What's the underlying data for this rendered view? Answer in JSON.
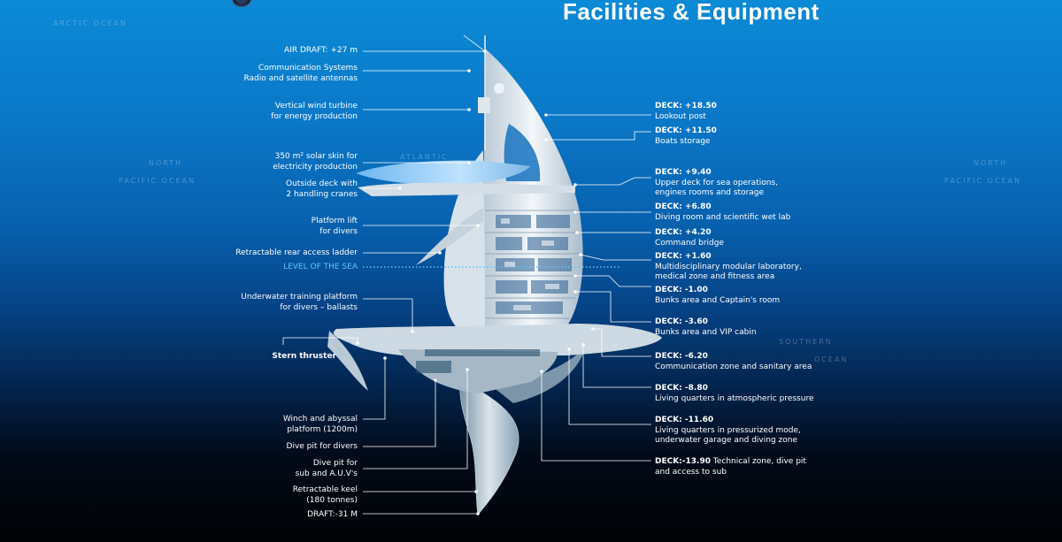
{
  "title": "Facilities & Equipment",
  "map_labels": {
    "arctic_ocean": "ARCTIC OCEAN",
    "north_left": "NORTH",
    "pacific_left": "PACIFIC OCEAN",
    "atlantic": "ATLANTIC",
    "north_right": "NORTH",
    "pacific_right": "PACIFIC OCEAN",
    "southern": "SOUTHERN",
    "ocean_right": "OCEAN"
  },
  "left_labels": {
    "air_draft": "AIR DRAFT: +27 m",
    "comm_1": "Communication Systems",
    "comm_2": "Radio and satellite antennas",
    "wind_1": "Vertical wind turbine",
    "wind_2": "for energy production",
    "solar_1": "350 m² solar skin for",
    "solar_2": "electricity production",
    "outside_1": "Outside deck with",
    "outside_2": "2 handling cranes",
    "lift_1": "Platform lift",
    "lift_2": "for divers",
    "ladder": "Retractable rear access ladder",
    "sea_level": "LEVEL OF THE SEA",
    "training_1": "Underwater training platform",
    "training_2": "for divers – ballasts",
    "stern": "Stern thruster",
    "winch_1": "Winch and abyssal",
    "winch_2": "platform (1200m)",
    "divepit": "Dive pit for divers",
    "divepit_sub_1": "Dive pit for",
    "divepit_sub_2": "sub and A.U.V's",
    "keel_1": "Retractable keel",
    "keel_2": "(180 tonnes)",
    "draft": "DRAFT:-31 M"
  },
  "decks": [
    {
      "deck": "DECK: +18.50",
      "lines": [
        "Lookout post"
      ]
    },
    {
      "deck": "DECK: +11.50",
      "lines": [
        "Boats storage"
      ]
    },
    {
      "deck": "DECK: +9.40",
      "lines": [
        "Upper deck for sea operations,",
        "engines rooms and storage"
      ]
    },
    {
      "deck": "DECK: +6.80",
      "lines": [
        "Diving room and scientific wet lab"
      ]
    },
    {
      "deck": "DECK: +4.20",
      "lines": [
        "Command bridge"
      ]
    },
    {
      "deck": "DECK: +1.60",
      "lines": [
        "Multidisciplinary modular laboratory,",
        "medical zone and fitness area"
      ]
    },
    {
      "deck": "DECK: -1.00",
      "lines": [
        "Bunks area and Captain's room"
      ]
    },
    {
      "deck": "DECK: -3.60",
      "lines": [
        "Bunks area and VIP cabin"
      ]
    },
    {
      "deck": "DECK: -6.20",
      "lines": [
        "Communication zone and sanitary area"
      ]
    },
    {
      "deck": "DECK: -8.80",
      "lines": [
        "Living quarters in atmospheric pressure"
      ]
    },
    {
      "deck": "DECK: -11.60",
      "lines": [
        "Living quarters in pressurized mode,",
        "underwater garage and diving zone"
      ]
    },
    {
      "deck": "DECK:-13.90",
      "lines": [
        "Technical zone, dive pit",
        "and access to sub"
      ],
      "inline": true
    }
  ],
  "colors": {
    "sea_level": "#5cc8ff",
    "hull": "#dfe8ef",
    "leader_line": "#ffffff"
  }
}
